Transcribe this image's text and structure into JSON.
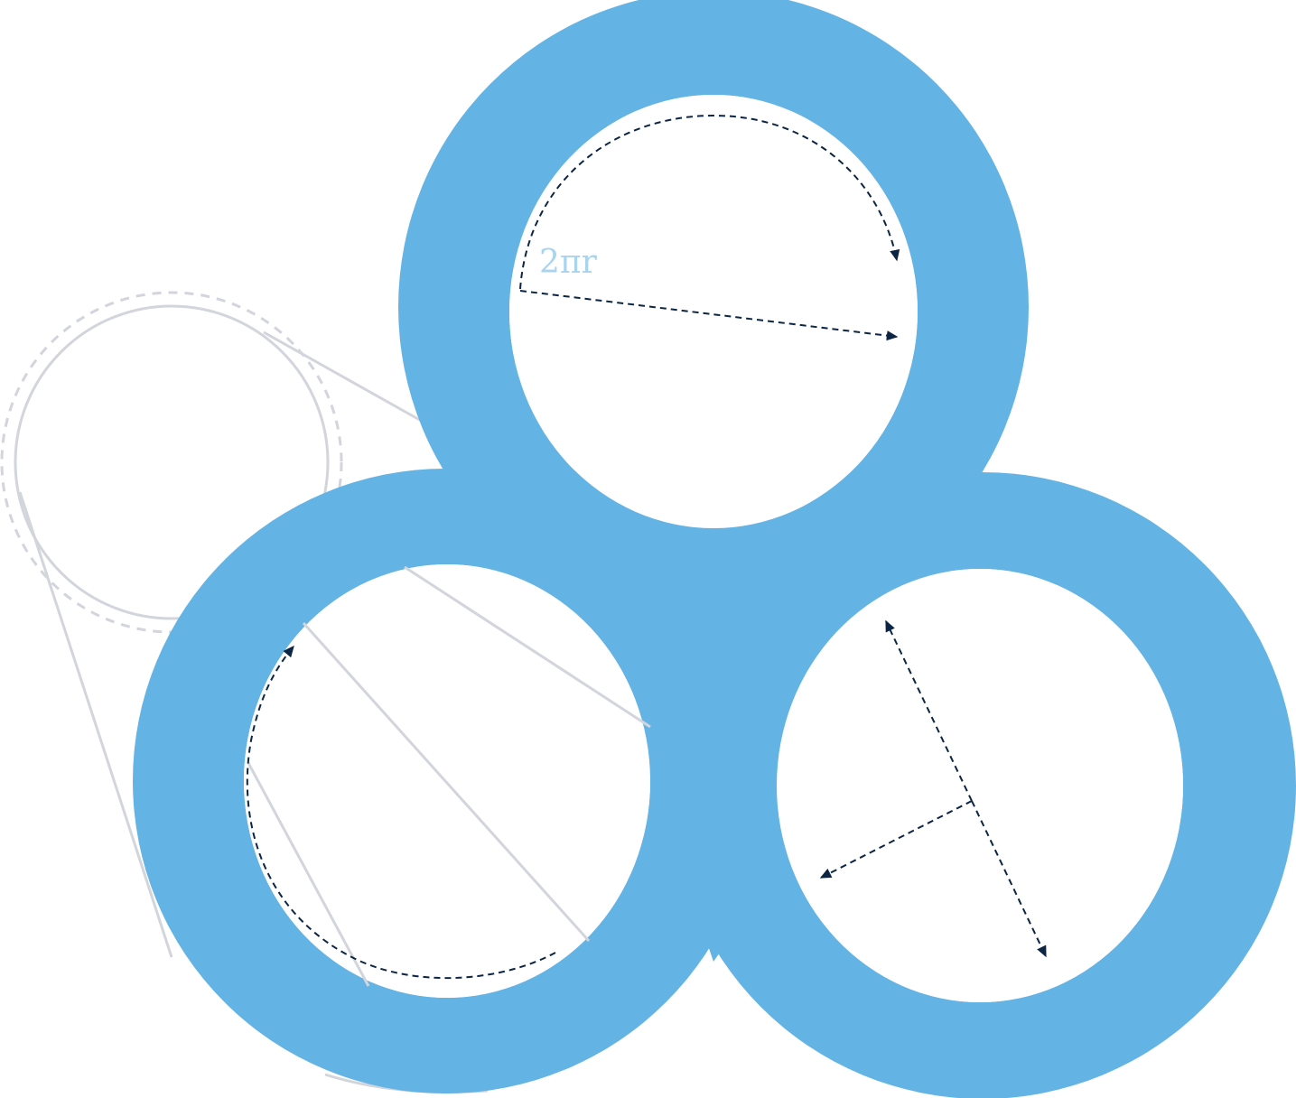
{
  "diagram": {
    "formula_label": "2πr",
    "colors": {
      "ring_fill": "#64b3e5",
      "hole_fill": "#ffffff",
      "guide_stroke": "#d3d5dc",
      "annotation_stroke": "#0c2544",
      "formula_text": "#a9d4ef"
    },
    "rings": [
      {
        "id": "top",
        "annotations": [
          "circumference-arc",
          "diameter-arrow"
        ]
      },
      {
        "id": "bottom-left",
        "annotations": [
          "circumference-arc"
        ]
      },
      {
        "id": "bottom-right",
        "annotations": [
          "radius-arrows"
        ]
      }
    ],
    "ghost_circle": {
      "style": "outline-with-dashed-offset"
    }
  }
}
